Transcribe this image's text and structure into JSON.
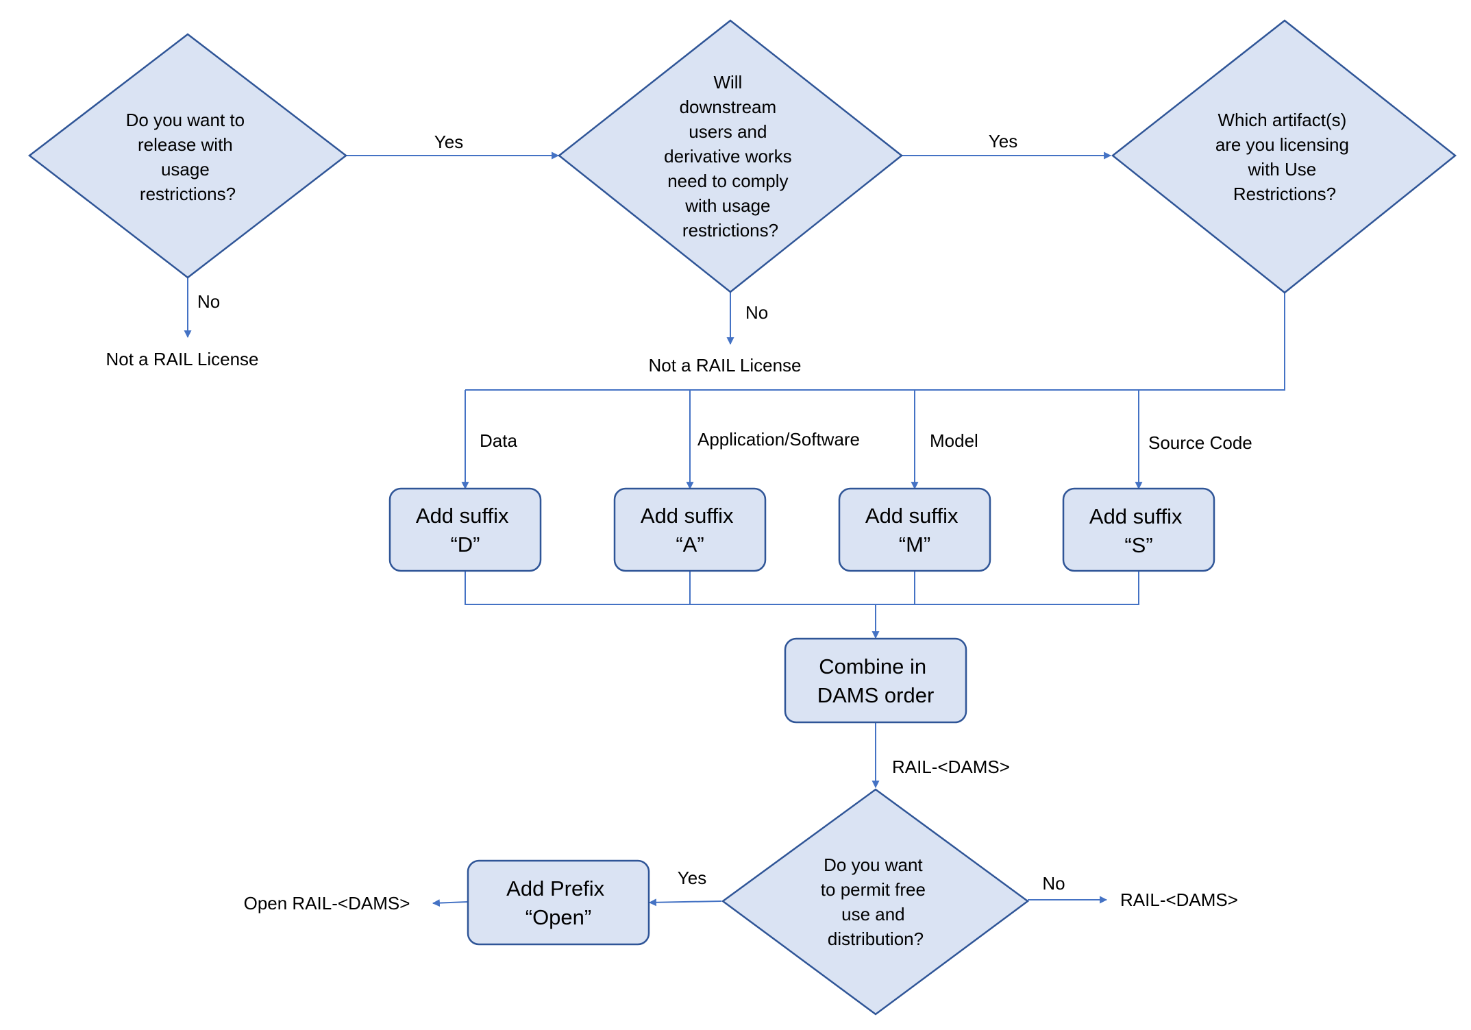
{
  "colors": {
    "shape_fill": "#dae3f3",
    "shape_stroke": "#2f5597",
    "connector": "#4472c4",
    "text": "#000000"
  },
  "decisions": {
    "release_restrictions": {
      "lines": [
        "Do you want to",
        "release with",
        "usage",
        "restrictions?"
      ],
      "yes_label": "Yes",
      "no_label": "No",
      "no_outcome": "Not a RAIL License"
    },
    "downstream_comply": {
      "lines": [
        "Will",
        "downstream",
        "users and",
        "derivative works",
        "need to comply",
        "with usage",
        "restrictions?"
      ],
      "yes_label": "Yes",
      "no_label": "No",
      "no_outcome": "Not a RAIL License"
    },
    "which_artifacts": {
      "lines": [
        "Which artifact(s)",
        "are you licensing",
        "with Use",
        "Restrictions?"
      ]
    },
    "free_use": {
      "lines": [
        "Do you want",
        "to permit free",
        "use and",
        "distribution?"
      ],
      "yes_label": "Yes",
      "no_label": "No",
      "no_outcome": "RAIL-<DAMS>"
    }
  },
  "branches": [
    {
      "label": "Data",
      "box_lines": [
        "Add suffix",
        "“D”"
      ]
    },
    {
      "label": "Application/Software",
      "box_lines": [
        "Add suffix",
        "“A”"
      ]
    },
    {
      "label": "Model",
      "box_lines": [
        "Add suffix",
        "“M”"
      ]
    },
    {
      "label": "Source Code",
      "box_lines": [
        "Add suffix",
        "“S”"
      ]
    }
  ],
  "combine": {
    "lines": [
      "Combine in",
      "DAMS order"
    ],
    "output_label": "RAIL-<DAMS>"
  },
  "prefix": {
    "lines": [
      "Add Prefix",
      "“Open”"
    ],
    "output_label": "Open RAIL-<DAMS>"
  }
}
